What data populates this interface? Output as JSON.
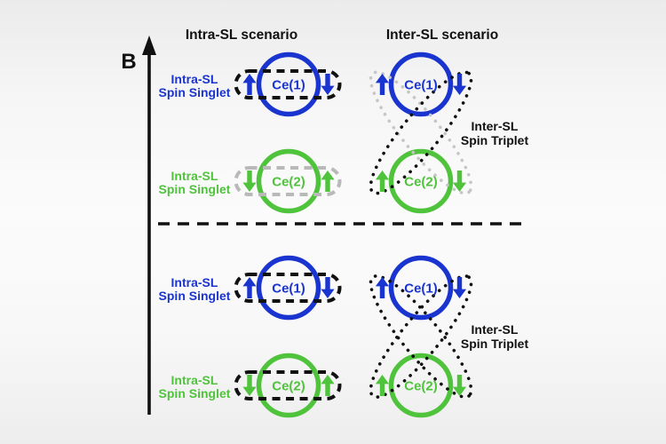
{
  "axis": {
    "label": "B"
  },
  "headers": {
    "intra": "Intra-SL scenario",
    "inter": "Inter-SL scenario"
  },
  "colors": {
    "blue": "#1a34cf",
    "green": "#4fc33c",
    "black": "#111111",
    "gray_dash": "#b9b9b9",
    "gray_dot": "#c6c6c6"
  },
  "background": {
    "top": "#ebebeb",
    "middle": "#fbfbfb",
    "bottom": "#ededed"
  },
  "panels": [
    {
      "rows": [
        {
          "ion": {
            "label": "Ce(1)",
            "color": "blue"
          },
          "intra": {
            "label_line1": "Intra-SL",
            "label_line2": "Spin Singlet",
            "pair_outline": "black",
            "spins": [
              "up",
              "down"
            ]
          },
          "inter": {
            "spins": [
              "up",
              "down"
            ]
          }
        },
        {
          "ion": {
            "label": "Ce(2)",
            "color": "green"
          },
          "intra": {
            "label_line1": "Intra-SL",
            "label_line2": "Spin Singlet",
            "pair_outline": "gray",
            "spins": [
              "down",
              "up"
            ]
          },
          "inter": {
            "spins": [
              "up",
              "down"
            ]
          }
        }
      ],
      "inter": {
        "label_line1": "Inter-SL",
        "label_line2": "Spin Triplet",
        "pair_outlines": {
          "diag_down_right": "gray",
          "diag_down_left": "black"
        }
      }
    },
    {
      "rows": [
        {
          "ion": {
            "label": "Ce(1)",
            "color": "blue"
          },
          "intra": {
            "label_line1": "Intra-SL",
            "label_line2": "Spin Singlet",
            "pair_outline": "black",
            "spins": [
              "up",
              "down"
            ]
          },
          "inter": {
            "spins": [
              "up",
              "down"
            ]
          }
        },
        {
          "ion": {
            "label": "Ce(2)",
            "color": "green"
          },
          "intra": {
            "label_line1": "Intra-SL",
            "label_line2": "Spin Singlet",
            "pair_outline": "black",
            "spins": [
              "down",
              "up"
            ]
          },
          "inter": {
            "spins": [
              "up",
              "down"
            ]
          }
        }
      ],
      "inter": {
        "label_line1": "Inter-SL",
        "label_line2": "Spin Triplet",
        "pair_outlines": {
          "diag_down_right": "black",
          "diag_down_left": "black"
        }
      }
    }
  ]
}
